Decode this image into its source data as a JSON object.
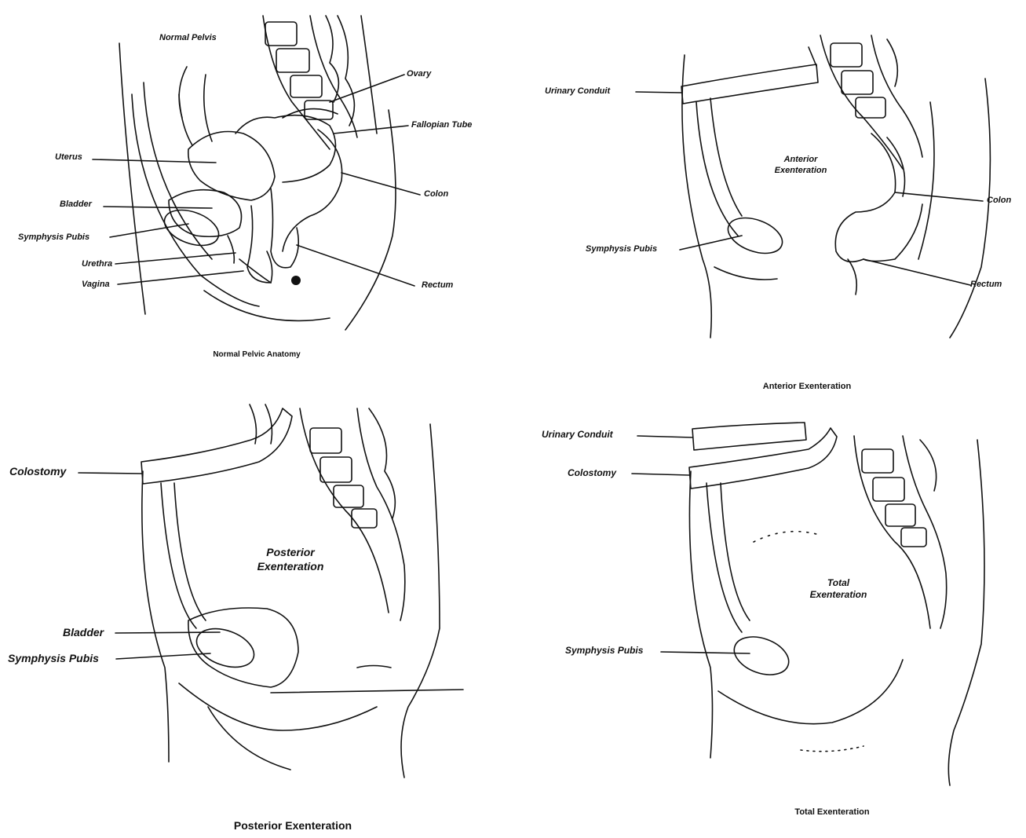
{
  "panels": {
    "normal": {
      "title": "Normal Pelvis",
      "caption": "Normal Pelvic Anatomy",
      "labels": {
        "uterus": "Uterus",
        "bladder": "Bladder",
        "symphysis_pubis": "Symphysis Pubis",
        "urethra": "Urethra",
        "vagina": "Vagina",
        "ovary": "Ovary",
        "fallopian_tube": "Fallopian Tube",
        "colon": "Colon",
        "rectum": "Rectum"
      }
    },
    "anterior": {
      "caption": "Anterior Exenteration",
      "center_line1": "Anterior",
      "center_line2": "Exenteration",
      "labels": {
        "urinary_conduit": "Urinary Conduit",
        "symphysis_pubis": "Symphysis Pubis",
        "colon": "Colon",
        "rectum": "Rectum"
      }
    },
    "posterior": {
      "caption": "Posterior Exenteration",
      "center_line1": "Posterior",
      "center_line2": "Exenteration",
      "labels": {
        "colostomy": "Colostomy",
        "bladder": "Bladder",
        "symphysis_pubis": "Symphysis Pubis"
      }
    },
    "total": {
      "caption": "Total Exenteration",
      "center_line1": "Total",
      "center_line2": "Exenteration",
      "labels": {
        "urinary_conduit": "Urinary Conduit",
        "colostomy": "Colostomy",
        "symphysis_pubis": "Symphysis Pubis"
      }
    }
  },
  "colors": {
    "ink": "#111111",
    "paper": "#ffffff"
  }
}
